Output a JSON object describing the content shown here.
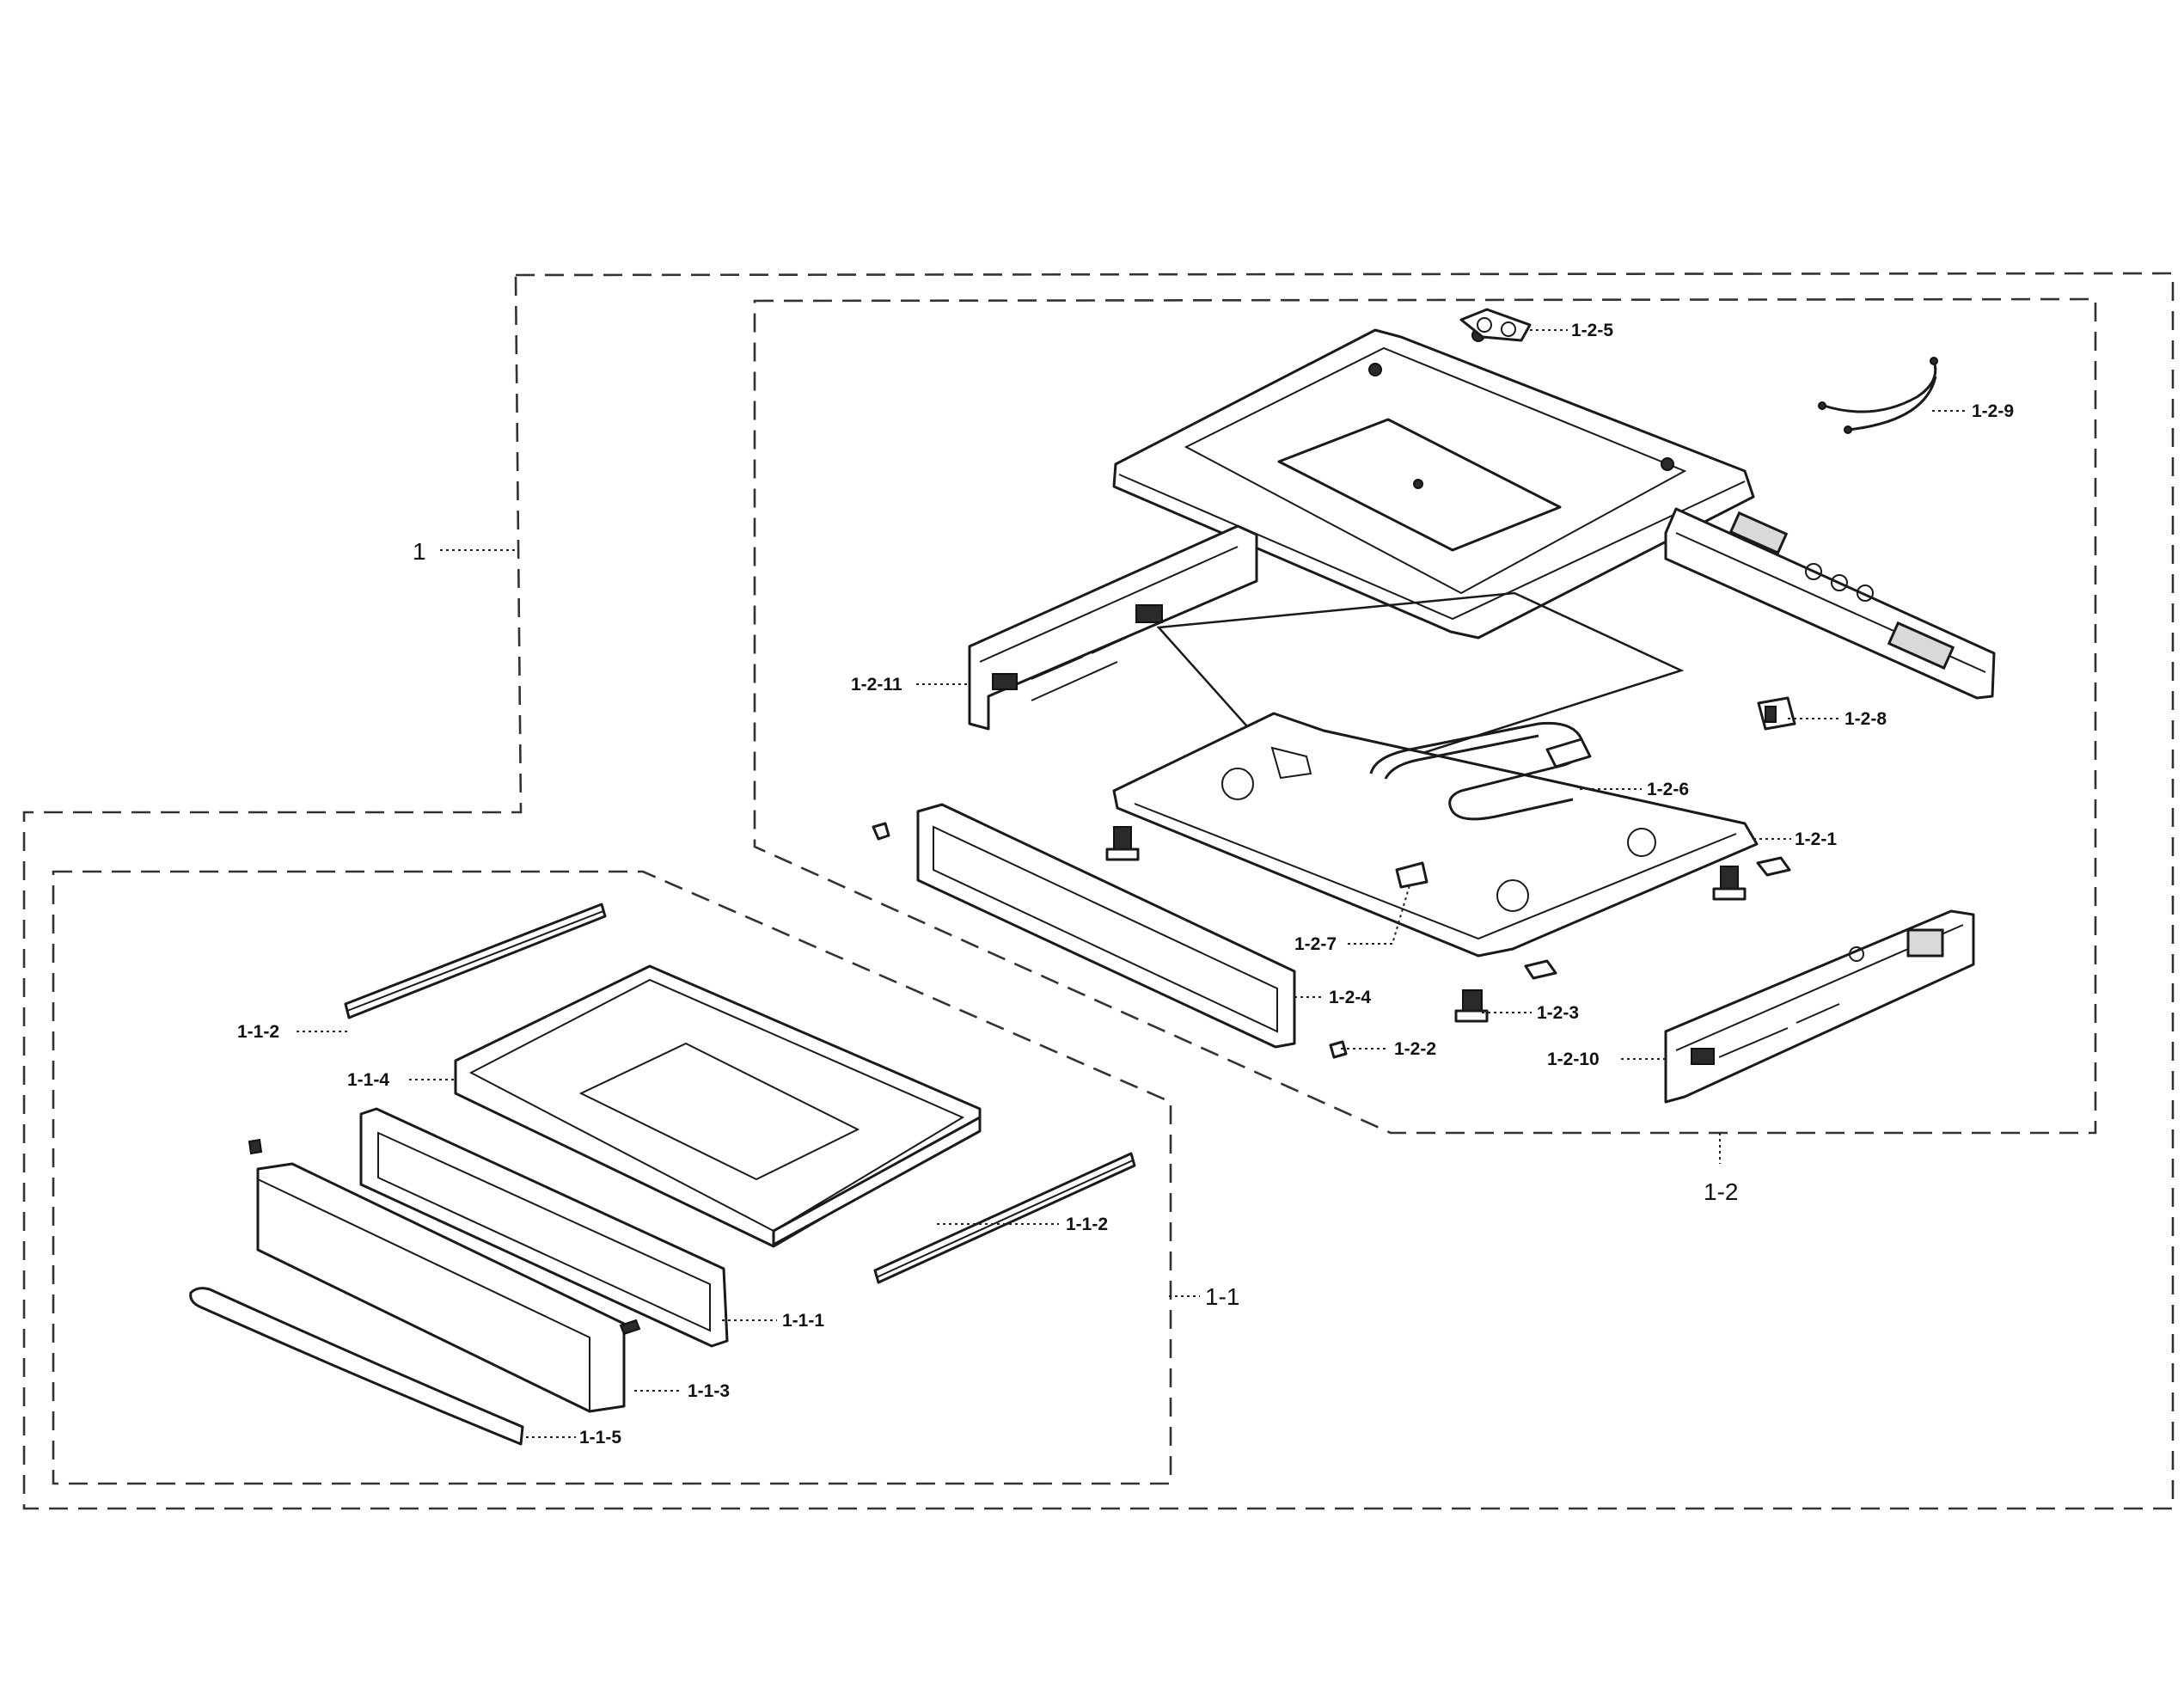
{
  "labels": {
    "assembly": "1",
    "sub1": "1-1",
    "sub2": "1-2",
    "p111": "1-1-1",
    "p112a": "1-1-2",
    "p112b": "1-1-2",
    "p113": "1-1-3",
    "p114": "1-1-4",
    "p115": "1-1-5",
    "p121": "1-2-1",
    "p122": "1-2-2",
    "p123": "1-2-3",
    "p124": "1-2-4",
    "p125": "1-2-5",
    "p126": "1-2-6",
    "p127": "1-2-7",
    "p128": "1-2-8",
    "p129": "1-2-9",
    "p1210": "1-2-10",
    "p1211": "1-2-11"
  },
  "colors": {
    "line": "#1a1a1a",
    "background": "#ffffff"
  }
}
